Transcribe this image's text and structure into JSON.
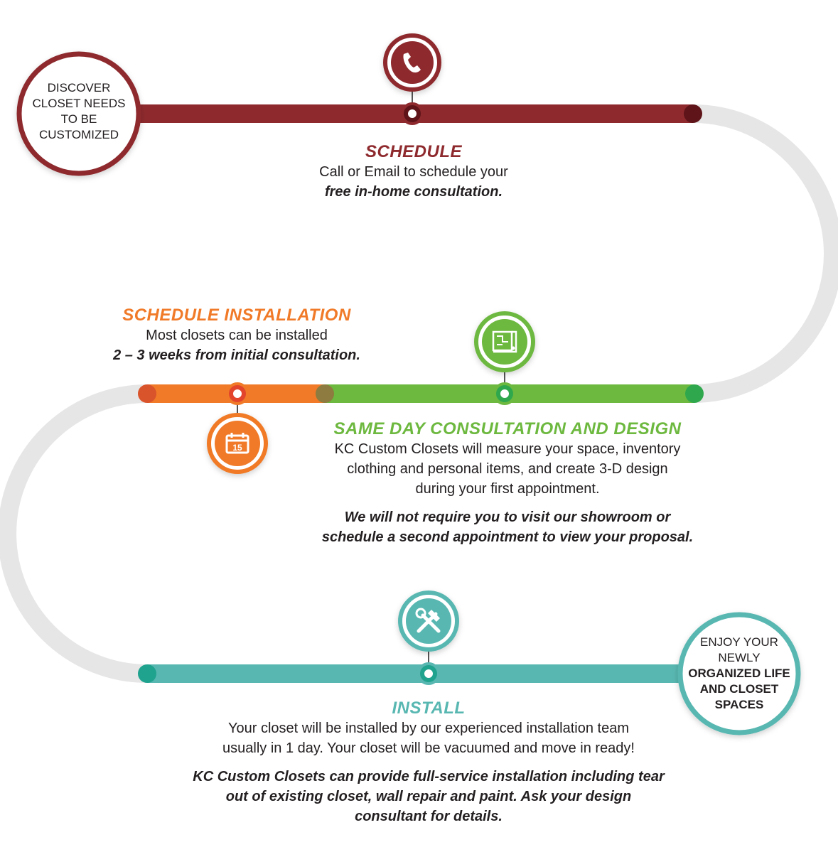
{
  "colors": {
    "schedule": "#8e2a2e",
    "install_schedule": "#f07a28",
    "consultation": "#6db83f",
    "install": "#58b7b1",
    "track": "#e6e6e6"
  },
  "start": {
    "line1": "DISCOVER",
    "line2": "CLOSET NEEDS",
    "line3": "TO BE",
    "line4": "CUSTOMIZED"
  },
  "end": {
    "line1": "ENJOY YOUR",
    "line2": "NEWLY",
    "line3": "ORGANIZED LIFE",
    "line4": "AND CLOSET",
    "line5": "SPACES"
  },
  "steps": {
    "schedule": {
      "icon": "phone-icon",
      "title": "SCHEDULE",
      "text": "Call or Email to schedule your",
      "emphasis": "free in-home consultation."
    },
    "schedule_installation": {
      "icon": "calendar-icon",
      "icon_label": "15",
      "title": "SCHEDULE INSTALLATION",
      "text": "Most closets can be installed",
      "emphasis": "2 – 3 weeks from initial consultation."
    },
    "consultation": {
      "icon": "blueprint-icon",
      "title": "SAME DAY CONSULTATION AND DESIGN",
      "text1": "KC Custom Closets will measure your space, inventory",
      "text2": "clothing and personal items, and create 3-D design",
      "text3": "during your first appointment.",
      "emphasis1": "We will not require you to visit our showroom or",
      "emphasis2": "schedule a second appointment to view your proposal."
    },
    "install": {
      "icon": "tools-icon",
      "title": "INSTALL",
      "text1": "Your closet will be installed by our experienced installation team",
      "text2": "usually in 1 day. Your closet will be vacuumed and move in ready!",
      "emphasis1": "KC Custom Closets can provide full-service installation including tear",
      "emphasis2": "out of existing closet, wall repair and paint. Ask your design",
      "emphasis3": "consultant for details."
    }
  }
}
